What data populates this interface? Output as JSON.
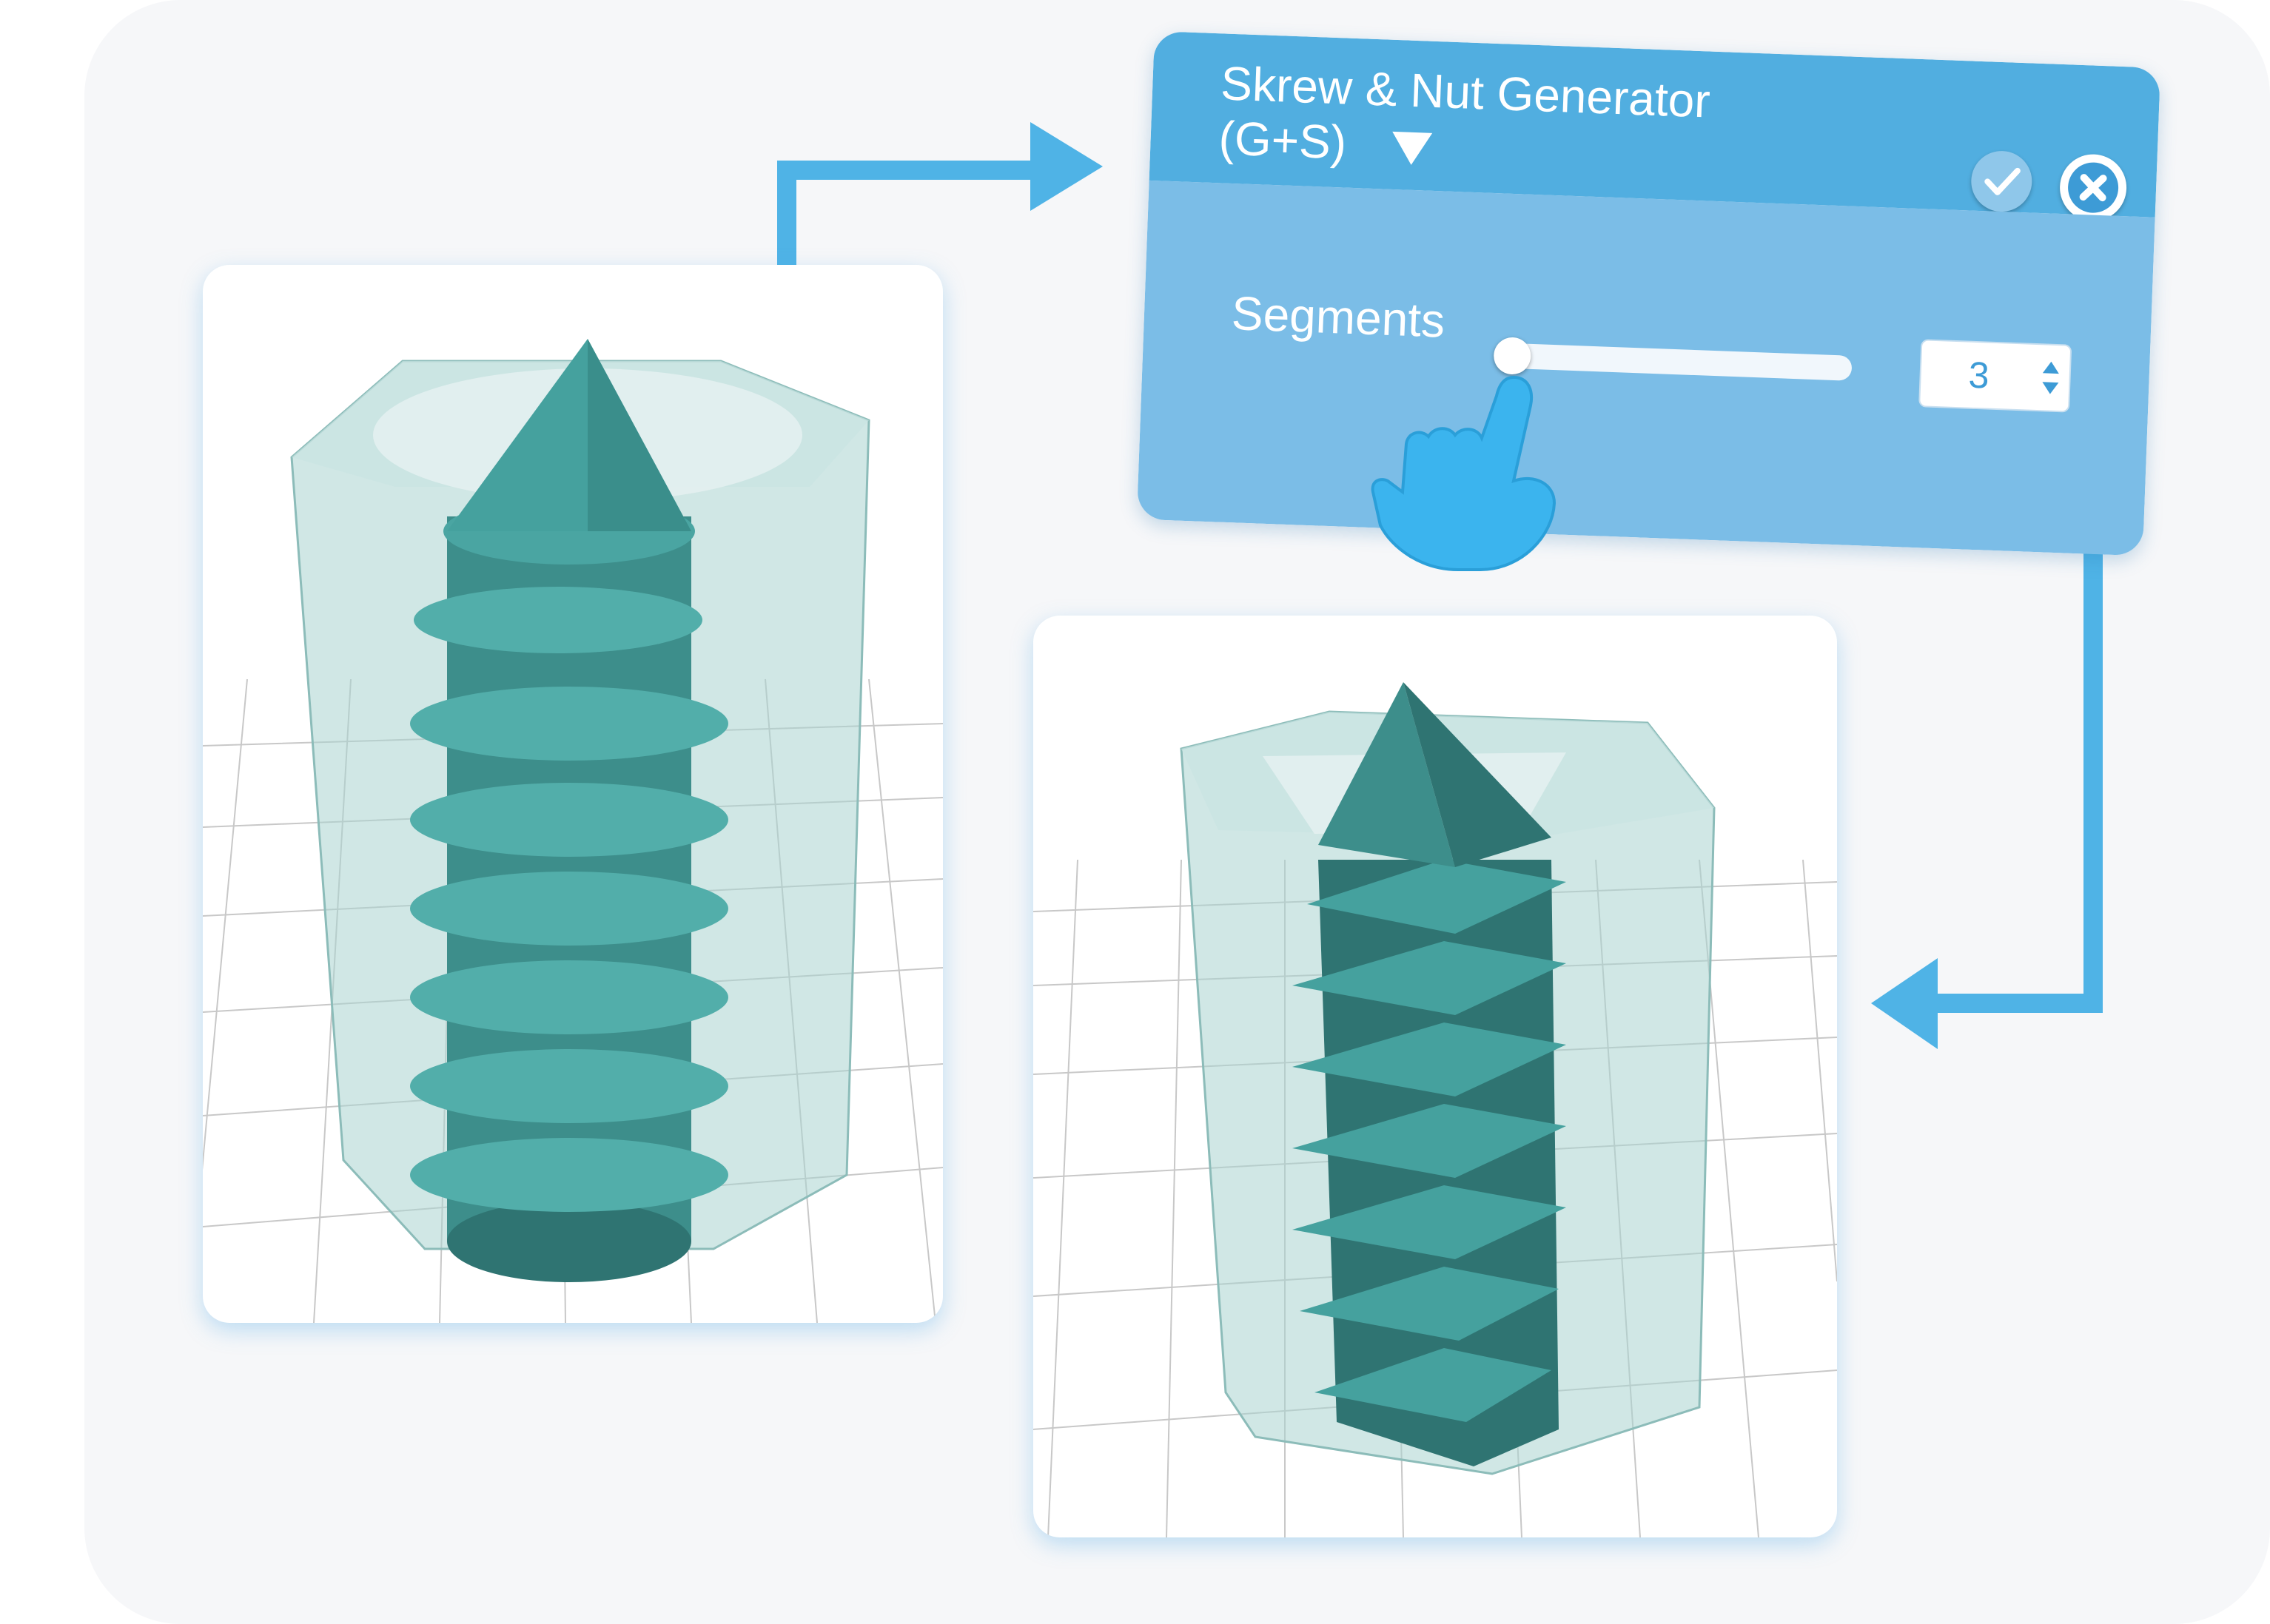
{
  "panel": {
    "title_line1": "Skrew & Nut Generator",
    "title_line2": "(G+S)",
    "segments_label": "Segments",
    "segments_value": "3",
    "slider_level": 0.0
  },
  "colors": {
    "accent": "#51aee0",
    "panel_body": "#7bbde7",
    "connector": "#4fb3e6",
    "model_teal": "#4aa5a2",
    "nut_translucent": "#a9d3d0"
  },
  "icons": {
    "dropdown": "triangle-down-icon",
    "confirm": "check-icon",
    "close": "close-icon",
    "cursor": "hand-pointer-icon"
  },
  "views": {
    "before": {
      "model": "smooth screw inside hex nut"
    },
    "after": {
      "model": "3-segment screw inside hex nut"
    }
  }
}
